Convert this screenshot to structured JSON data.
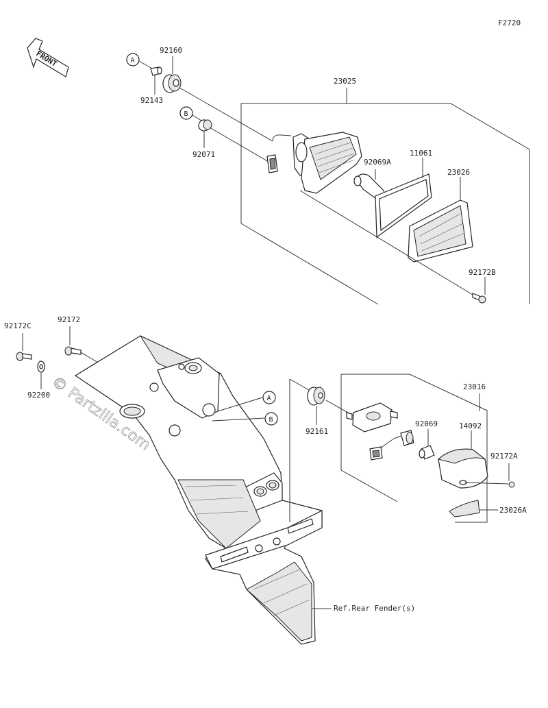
{
  "figure_code": "F2720",
  "front_arrow_label": "FRONT",
  "watermark": "© Partzilla.com",
  "callouts": {
    "a": "A",
    "b": "B"
  },
  "part_numbers": {
    "p92160": "92160",
    "p92143": "92143",
    "p92071": "92071",
    "p23025": "23025",
    "p92069A": "92069A",
    "p11061": "11061",
    "p23026": "23026",
    "p92172B": "92172B",
    "p92172C": "92172C",
    "p92172": "92172",
    "p92200": "92200",
    "p92161": "92161",
    "p23016": "23016",
    "p92069": "92069",
    "p14092": "14092",
    "p92172A": "92172A",
    "p23026A": "23026A"
  },
  "ref_label": "Ref.Rear Fender(s)"
}
